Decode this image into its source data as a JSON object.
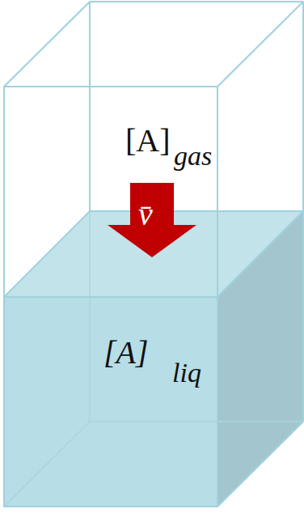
{
  "diagram": {
    "labels": [
      "[A]",
      "gas",
      "v̄",
      "[A]",
      "liq"
    ]
  }
}
